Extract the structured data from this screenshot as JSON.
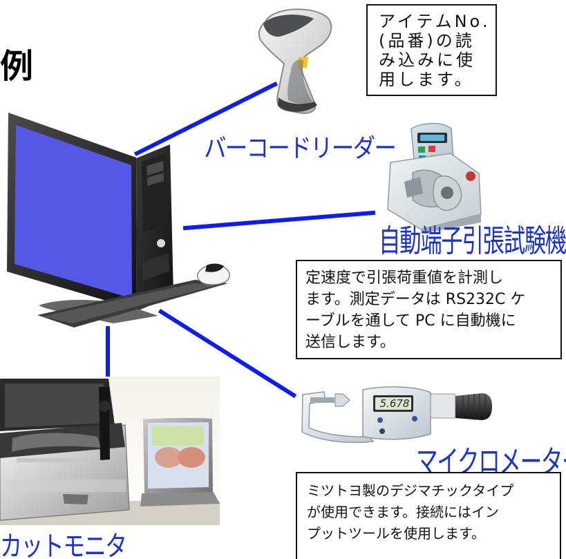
{
  "title": {
    "fragment": "例"
  },
  "devices": {
    "barcode_reader": {
      "label": "バーコードリーダー",
      "description_lines": [
        "アイテムNo.",
        "(品番)の読",
        "み込みに使",
        "用します。"
      ]
    },
    "tensile_tester": {
      "label": "自動端子引張試験機",
      "description_lines": [
        "定速度で引張荷重値を計測し",
        "ます。測定データは RS232C ケ",
        "ーブルを通して PC に自動機に",
        "送信します。"
      ]
    },
    "micrometer": {
      "label": "マイクロメーター",
      "readout": "5.678",
      "description_lines": [
        "ミツトヨ製のデジマチックタイプ",
        "が使用できます。接続にはイン",
        "プットツールを使用します。"
      ]
    },
    "crimp_camera": {
      "label": "カットモニタ"
    }
  },
  "colors": {
    "connector": "#0d1cf2",
    "label": "#1a33cc",
    "monitor_screen": "#5558e7",
    "box_border": "#111111"
  },
  "icons": {
    "pc": "desktop-computer-icon",
    "scanner": "barcode-scanner-icon",
    "tester": "tensile-tester-icon",
    "micrometer": "micrometer-icon",
    "camera": "camera-case-icon"
  }
}
